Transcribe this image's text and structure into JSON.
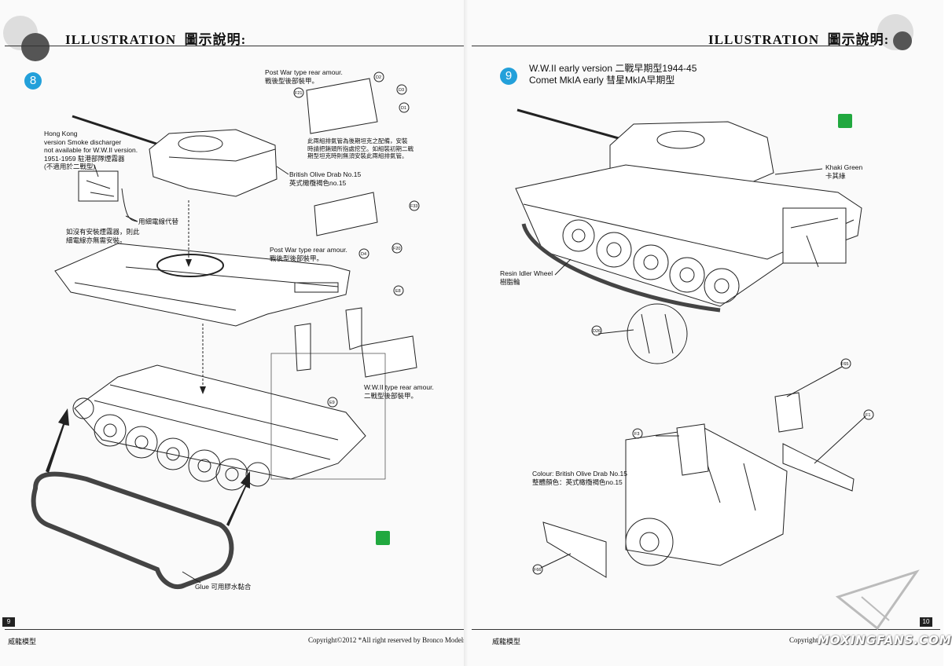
{
  "header": {
    "title": "ILLUSTRATION",
    "title_cn": "圖示說明:"
  },
  "left": {
    "step": "8",
    "notes": {
      "hk": "Hong Kong\nversion Smoke discharger\nnot available for W.W.II version.\n1951-1959 駐港部隊煙霧器\n(不適用於二戰型)",
      "no_discharger": "如沒有安裝煙霧器，則此\n細電線亦無需安裝。",
      "wire": "用細電線代替",
      "post_war_top": "Post War type rear amour.\n戰後型後部裝甲。",
      "exhaust_cn": "此兩組排氣管為後期坦克之配備，安裝\n時請把銷頭所指處挖空。如組裝初期二戰\n期型坦克時則無須安裝此兩組排氣管。",
      "olive": "British Olive Drab No.15\n英式橄欖褐色no.15",
      "post_war_mid": "Post War type rear amour.\n戰後型後部裝甲。",
      "ww2_rear": "W.W.II type rear amour.\n二戰型後部裝甲。",
      "glue": "Glue 可用膠水黏合"
    },
    "parts": [
      "F21",
      "D2",
      "D3",
      "D1",
      "F33",
      "D4",
      "F20",
      "E8",
      "E9"
    ],
    "page_number": "9",
    "footer_brand": "威龍模型",
    "footer_copy": "Copyright©2012  *All right reserved by Bronco Models"
  },
  "right": {
    "step": "9",
    "title_line1": "W.W.II early version 二戰早期型1944-45",
    "title_line2": "Comet MkIA early 彗星MkIA早期型",
    "notes": {
      "khaki": "Khaki Green\n卡其綠",
      "idler": "Resin Idler Wheel\n樹脂輪",
      "colour": "Colour: British Olive Drab No.15\n整體顏色：英式橄欖褐色no.15"
    },
    "parts": [
      "D26",
      "F65",
      "F1",
      "F3",
      "F66"
    ],
    "page_number": "10",
    "footer_brand": "威龍模型",
    "footer_copy": "Copyright"
  },
  "watermark": "MOXINGFANS.COM"
}
